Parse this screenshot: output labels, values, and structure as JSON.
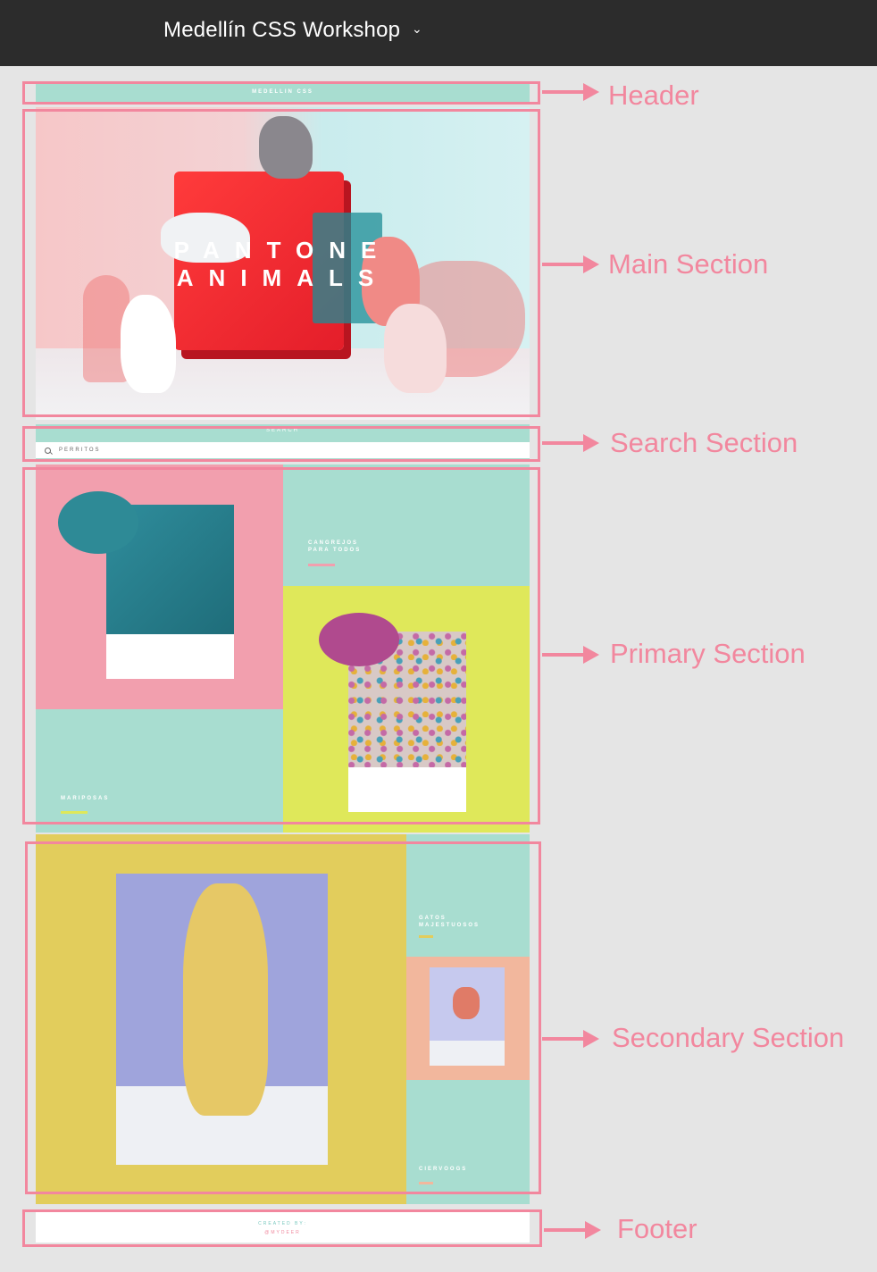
{
  "topbar": {
    "title": "Medellín CSS Workshop",
    "chevron": "⌄"
  },
  "site": {
    "header": {
      "brand": "MEDELLIN CSS"
    },
    "hero": {
      "line1": "PANTONE",
      "line2": "ANIMALS"
    },
    "search": {
      "label": "SEARCH",
      "value": "PERRITOS"
    },
    "primary": {
      "caption_crabs": [
        "CANGREJOS",
        "PARA TODOS"
      ],
      "caption_butterflies": "MARIPOSAS"
    },
    "secondary": {
      "caption_cats": [
        "GATOS",
        "MAJESTUOSOS"
      ],
      "caption_deer": "CIERVOOGS"
    },
    "footer": {
      "line1": "CREATED BY:",
      "line2": "@MYDEER"
    }
  },
  "annotations": {
    "header": "Header",
    "main": "Main Section",
    "search": "Search Section",
    "primary": "Primary Section",
    "secondary": "Secondary Section",
    "footer": "Footer"
  },
  "colors": {
    "mint": "#a8ddd0",
    "pink": "#f29fae",
    "yellow_green": "#dfe85a",
    "mustard": "#e2cd5c",
    "peach": "#f2b79d",
    "annotation": "#f2879e",
    "topbar": "#2c2c2c"
  }
}
